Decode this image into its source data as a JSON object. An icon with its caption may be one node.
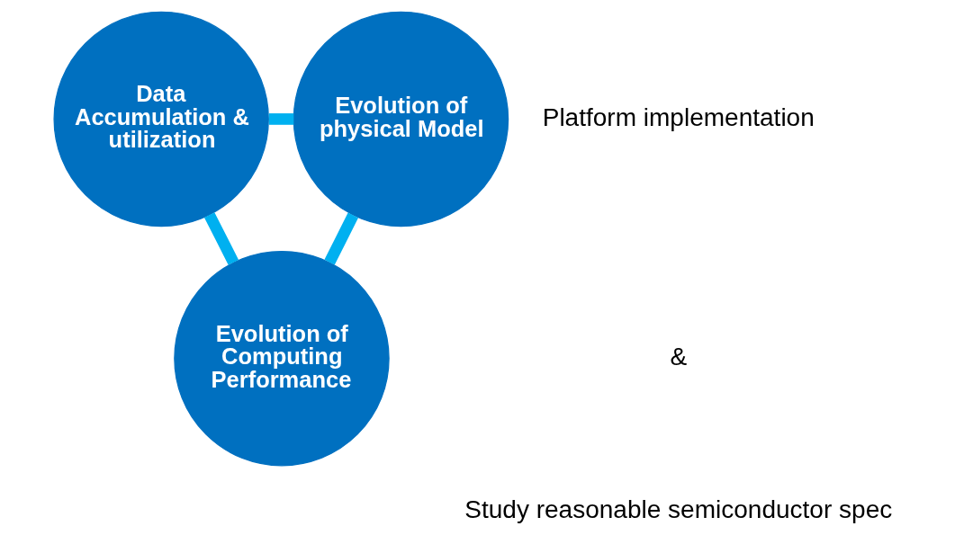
{
  "diagram": {
    "nodes": [
      {
        "text": [
          "Data Accumulation & utilization"
        ]
      },
      {
        "text": [
          "Evolution of physical Model"
        ]
      },
      {
        "text": [
          "Evolution of Computing Performance"
        ]
      }
    ],
    "edges": [
      {
        "from": 0,
        "to": 1,
        "arrow": "none"
      },
      {
        "from": 0,
        "to": 2,
        "arrow": "none"
      },
      {
        "from": 1,
        "to": 2,
        "arrow": "none"
      }
    ],
    "labels": [
      "Platform implementation",
      "&",
      "Study reasonable semiconductor spec"
    ]
  }
}
